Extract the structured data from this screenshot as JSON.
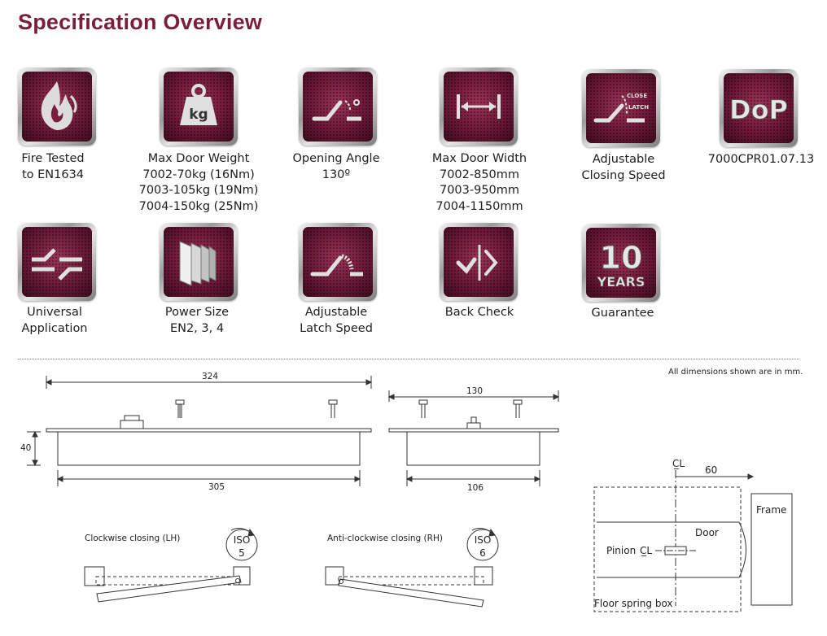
{
  "title": "Specification Overview",
  "colors": {
    "title": "#7a1e3f",
    "tile": "#6c1836"
  },
  "features": [
    {
      "icon": "fire-icon",
      "lines": [
        "Fire Tested",
        "to EN1634"
      ]
    },
    {
      "icon": "weight-icon",
      "icon_text": "kg",
      "lines": [
        "Max Door Weight",
        "7002-70kg (16Nm)",
        "7003-105kg (19Nm)",
        "7004-150kg (25Nm)"
      ]
    },
    {
      "icon": "opening-angle-icon",
      "lines": [
        "Opening Angle",
        "130º"
      ]
    },
    {
      "icon": "door-width-icon",
      "lines": [
        "Max Door Width",
        "7002-850mm",
        "7003-950mm",
        "7004-1150mm"
      ]
    },
    {
      "icon": "closing-speed-icon",
      "icon_text": [
        "CLOSE",
        "LATCH"
      ],
      "lines": [
        "Adjustable",
        "Closing Speed"
      ]
    },
    {
      "icon": "dop-icon",
      "icon_text": "DoP",
      "lines": [
        "7000CPR01.07.13"
      ]
    },
    {
      "icon": "universal-application-icon",
      "lines": [
        "Universal",
        "Application"
      ]
    },
    {
      "icon": "power-size-icon",
      "lines": [
        "Power Size",
        "EN2, 3, 4"
      ]
    },
    {
      "icon": "latch-speed-icon",
      "lines": [
        "Adjustable",
        "Latch Speed"
      ]
    },
    {
      "icon": "back-check-icon",
      "lines": [
        "Back Check"
      ]
    },
    {
      "icon": "guarantee-icon",
      "icon_text": [
        "10",
        "YEARS"
      ],
      "lines": [
        "Guarantee"
      ]
    }
  ],
  "dimensions_note": "All dimensions shown are in mm.",
  "drawing": {
    "side_top_width": "324",
    "side_height": "40",
    "side_body_width": "305",
    "end_top_width": "130",
    "end_body_width": "106",
    "lh_label": "Clockwise closing (LH)",
    "lh_iso": [
      "ISO",
      "5"
    ],
    "rh_label": "Anti-clockwise closing (RH)",
    "rh_iso": [
      "ISO",
      "6"
    ],
    "centre_line": "C̲L",
    "plan_offset": "60",
    "frame_label": "Frame",
    "door_label": "Door",
    "pinion_label": "Pinion",
    "floor_box_label": "Floor spring box"
  }
}
